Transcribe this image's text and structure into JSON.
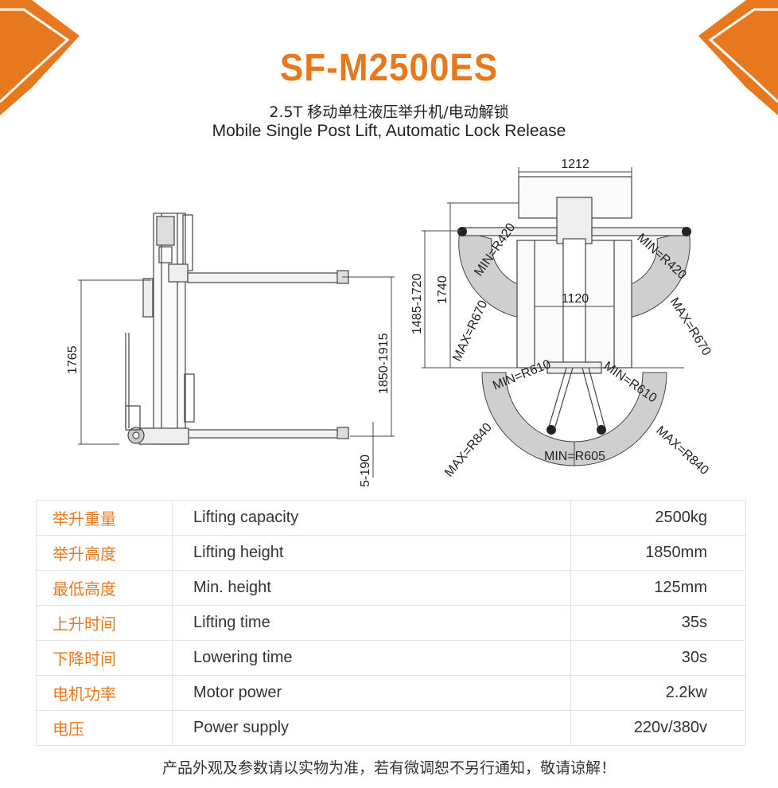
{
  "header": {
    "model": "SF-M2500ES",
    "subtitle_cn": "2.5T 移动单柱液压举升机/电动解锁",
    "subtitle_en": "Mobile Single Post Lift, Automatic Lock Release",
    "accent_color": "#e8781e"
  },
  "side_view": {
    "dim_overall_height": "1765",
    "dim_lift_range": "1850-1915",
    "dim_pad_height": "5-190"
  },
  "top_view": {
    "dim_width": "1212",
    "dim_inner": "1120",
    "dim_arm_height": "1485-1720",
    "dim_post": "1740",
    "min_r420_left": "MIN=R420",
    "min_r420_right": "MIN=R420",
    "max_r670_left": "MAX=R670",
    "max_r670_right": "MAX=R670",
    "min_r610_left": "MIN=R610",
    "min_r610_right": "MIN=R610",
    "max_r840_left": "MAX=R840",
    "max_r840_right": "MAX=R840",
    "min_r605": "MIN=R605"
  },
  "specs": [
    {
      "cn": "举升重量",
      "en": "Lifting capacity",
      "value": "2500kg"
    },
    {
      "cn": "举升高度",
      "en": "Lifting height",
      "value": "1850mm"
    },
    {
      "cn": "最低高度",
      "en": "Min. height",
      "value": "125mm"
    },
    {
      "cn": "上升时间",
      "en": "Lifting time",
      "value": "35s"
    },
    {
      "cn": "下降时间",
      "en": "Lowering time",
      "value": "30s"
    },
    {
      "cn": "电机功率",
      "en": "Motor power",
      "value": "2.2kw"
    },
    {
      "cn": "电压",
      "en": "Power supply",
      "value": "220v/380v"
    }
  ],
  "footer": "产品外观及参数请以实物为准，若有微调恕不另行通知，敬请谅解！"
}
